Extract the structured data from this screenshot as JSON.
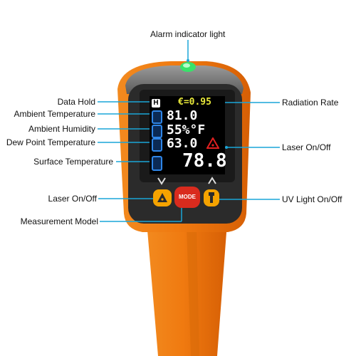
{
  "labels": {
    "alarm": "Alarm indicator light",
    "data_hold": "Data Hold",
    "ambient_temp": "Ambient Temperature",
    "ambient_humidity": "Ambient Humidity",
    "dew_point": "Dew Point Temperature",
    "surface_temp": "Surface Temperature",
    "radiation_rate": "Radiation Rate",
    "laser_right": "Laser On/Off",
    "laser_left": "Laser On/Off",
    "uv_light": "UV Light On/Off",
    "measurement_model": "Measurement Model"
  },
  "display": {
    "hold": "H",
    "emissivity": "€=0.95",
    "ambient_temp": "81.0",
    "humidity": "55%°F",
    "dew_point": "63.0",
    "surface_temp": "78.8"
  },
  "buttons": {
    "mode": "MODE"
  },
  "icons": {
    "temp": "thermometer-icon",
    "humidity": "water-drop-icon",
    "dew": "dew-point-icon",
    "surface": "surface-thermometer-icon",
    "laser": "laser-warning-icon",
    "uv": "flashlight-icon"
  },
  "colors": {
    "body_orange": "#f07a10",
    "body_dark": "#2b2b2b",
    "leader": "#1aa6d8",
    "alarm_green": "#38e26a",
    "laser_red": "#e02020",
    "mode_red": "#d92b1e",
    "button_amber": "#f5a300"
  }
}
